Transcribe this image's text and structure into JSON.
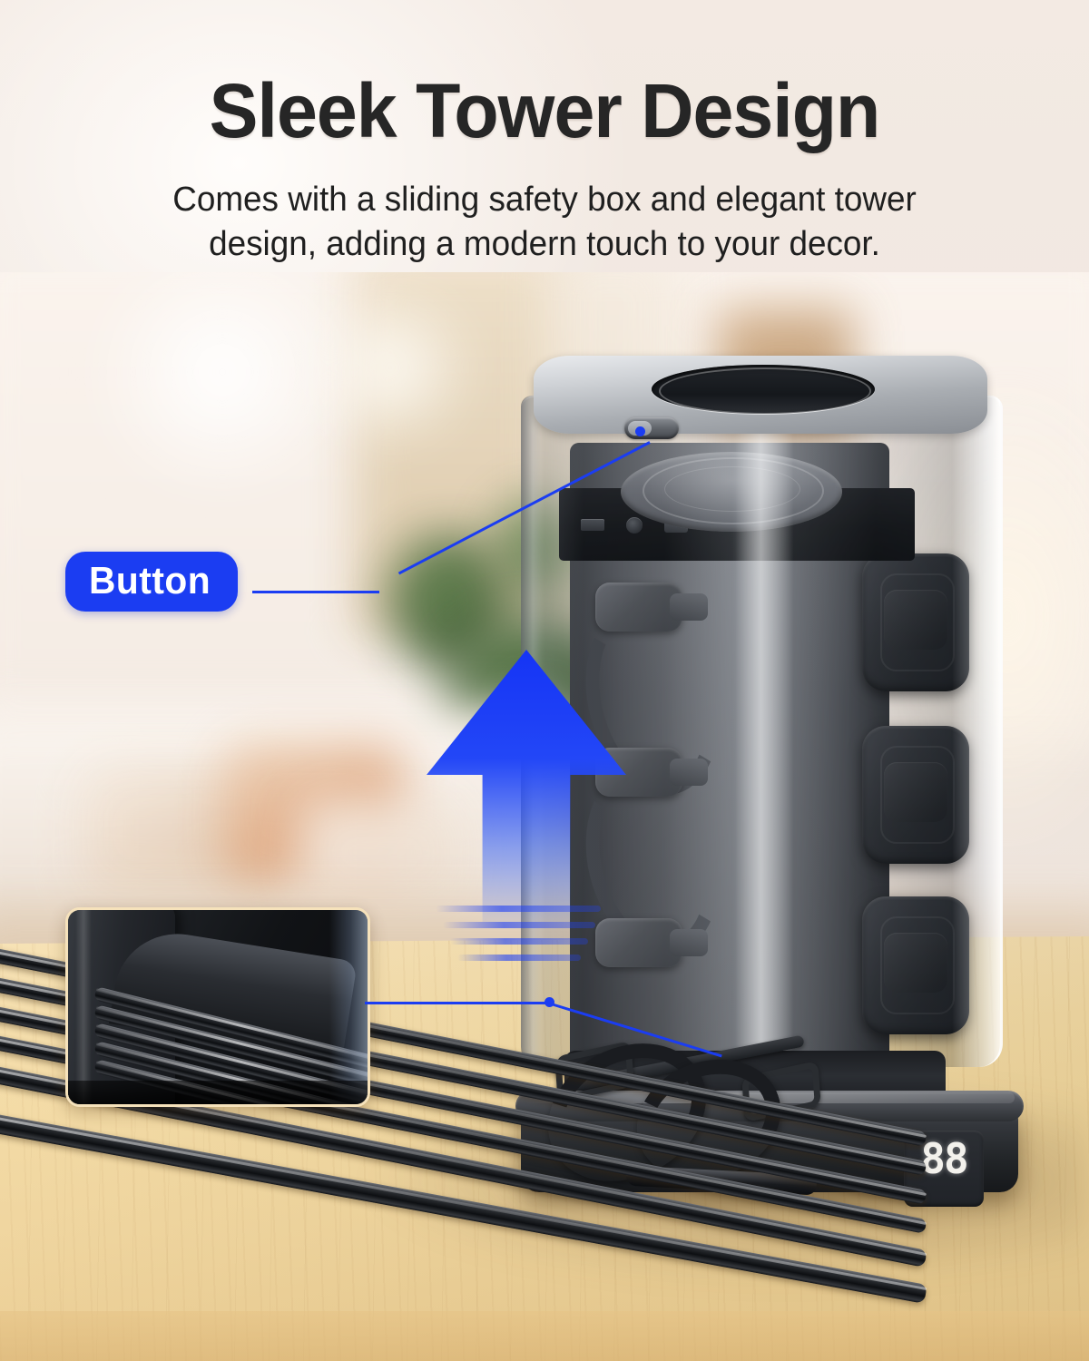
{
  "page": {
    "background_color": "#f2eae3",
    "accent_color": "#1b3df2",
    "headline_color": "#262626",
    "table_color": "#f2d79c"
  },
  "header": {
    "headline": "Sleek Tower Design",
    "subtitle_line1": "Comes with a sliding safety box and elegant tower",
    "subtitle_line2": "design, adding a modern touch to your decor."
  },
  "callouts": [
    {
      "id": "button-callout",
      "label": "Button",
      "target": "sliding-cover-release-button"
    },
    {
      "id": "cable-channel-callout",
      "label": "",
      "target": "cable-exit-channel"
    }
  ],
  "product": {
    "name": "power-strip-tower",
    "cover": {
      "name": "sliding-safety-cover",
      "material": "translucent-smoked-acrylic"
    },
    "top": {
      "name": "wireless-charging-pad"
    },
    "ports": [
      {
        "name": "usb-a-port"
      },
      {
        "name": "indicator-light"
      },
      {
        "name": "usb-c-port"
      }
    ],
    "outlets": [
      {
        "name": "ac-outlet-1"
      },
      {
        "name": "ac-outlet-2"
      },
      {
        "name": "ac-outlet-3"
      }
    ],
    "base": {
      "name": "tower-base",
      "display_value": "88",
      "cable_clips": 2
    },
    "cable_count": 6
  },
  "annotations": {
    "arrow": {
      "name": "slide-up-arrow",
      "direction": "up",
      "color": "#1534f5"
    },
    "inset": {
      "name": "cable-management-closeup",
      "caption": ""
    }
  }
}
